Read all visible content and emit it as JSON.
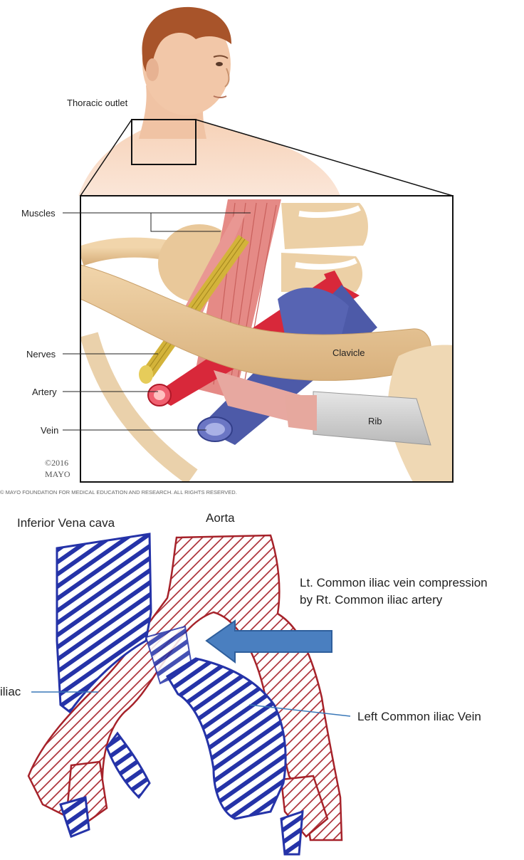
{
  "top_figure": {
    "labels": {
      "thoracic_outlet": "Thoracic outlet",
      "muscles": "Muscles",
      "nerves": "Nerves",
      "artery": "Artery",
      "vein": "Vein",
      "clavicle": "Clavicle",
      "rib": "Rib"
    },
    "copyright_year": "©2016",
    "copyright_owner": "MAYO",
    "footer": "© MAYO FOUNDATION FOR MEDICAL EDUCATION AND RESEARCH. ALL RIGHTS RESERVED."
  },
  "bottom_figure": {
    "labels": {
      "ivc": "Inferior Vena cava",
      "aorta": "Aorta",
      "compression_line1": "Lt. Common iliac vein compression",
      "compression_line2": "by Rt. Common iliac artery",
      "left_common_iliac_vein": "Left Common iliac Vein",
      "iliac_cut": "iliac"
    }
  },
  "colors": {
    "skin": "#f3cdb0",
    "bone": "#e9c89a",
    "muscle": "#e58a86",
    "nerve": "#d3b33a",
    "artery_red": "#d8283a",
    "vein_blue": "#4d5aa8",
    "sketch_blue": "#2533a8",
    "sketch_red": "#a6222a",
    "arrow_blue": "#4a7fc0"
  }
}
